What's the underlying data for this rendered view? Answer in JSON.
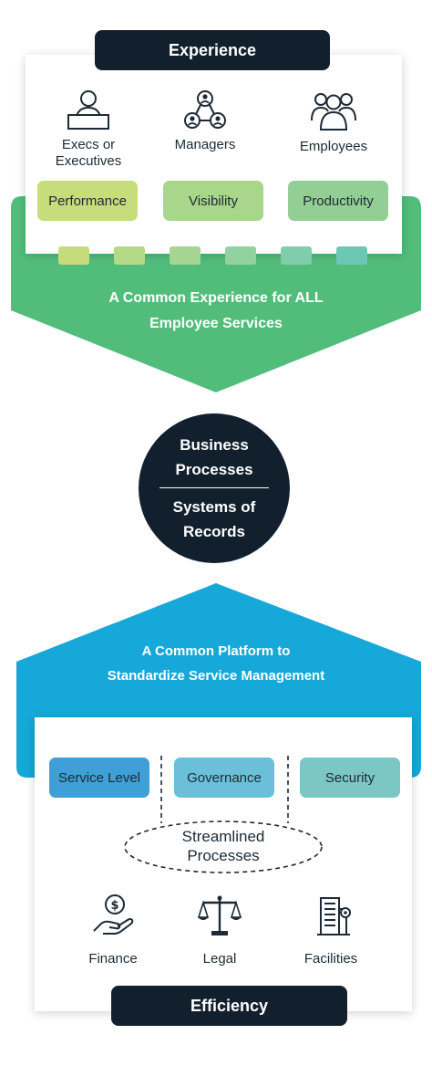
{
  "top": {
    "heading": "Experience",
    "personas": [
      {
        "label_line1": "Execs or",
        "label_line2": "Executives",
        "icon": "executive-desk-icon"
      },
      {
        "label": "Managers",
        "icon": "managers-network-icon"
      },
      {
        "label": "Employees",
        "icon": "employees-group-icon"
      }
    ],
    "outcomes": [
      {
        "label": "Performance",
        "color": "#c7dc7a"
      },
      {
        "label": "Visibility",
        "color": "#a8d68a"
      },
      {
        "label": "Productivity",
        "color": "#93cf95"
      }
    ],
    "connector_colors": [
      "#c6dc7c",
      "#b4d987",
      "#a6d592",
      "#92d2a0",
      "#7fcdaa",
      "#6cc8b4"
    ],
    "band_line1": "A Common Experience for ALL",
    "band_line2": "Employee Services",
    "band_color": "#52bd7b"
  },
  "center": {
    "line1": "Business",
    "line2": "Processes",
    "line3": "Systems of",
    "line4": "Records"
  },
  "bottom": {
    "band_line1": "A Common Platform to",
    "band_line2": "Standardize Service Management",
    "band_color": "#16a8d9",
    "pillars": [
      {
        "label": "Service Level",
        "color": "#3f9fd6"
      },
      {
        "label": "Governance",
        "color": "#6bbfd9"
      },
      {
        "label": "Security",
        "color": "#7cc6c6"
      }
    ],
    "streamlined_line1": "Streamlined",
    "streamlined_line2": "Processes",
    "departments": [
      {
        "label": "Finance",
        "icon": "finance-hand-coin-icon"
      },
      {
        "label": "Legal",
        "icon": "legal-scales-icon"
      },
      {
        "label": "Facilities",
        "icon": "facilities-building-icon"
      }
    ],
    "footer": "Efficiency"
  }
}
